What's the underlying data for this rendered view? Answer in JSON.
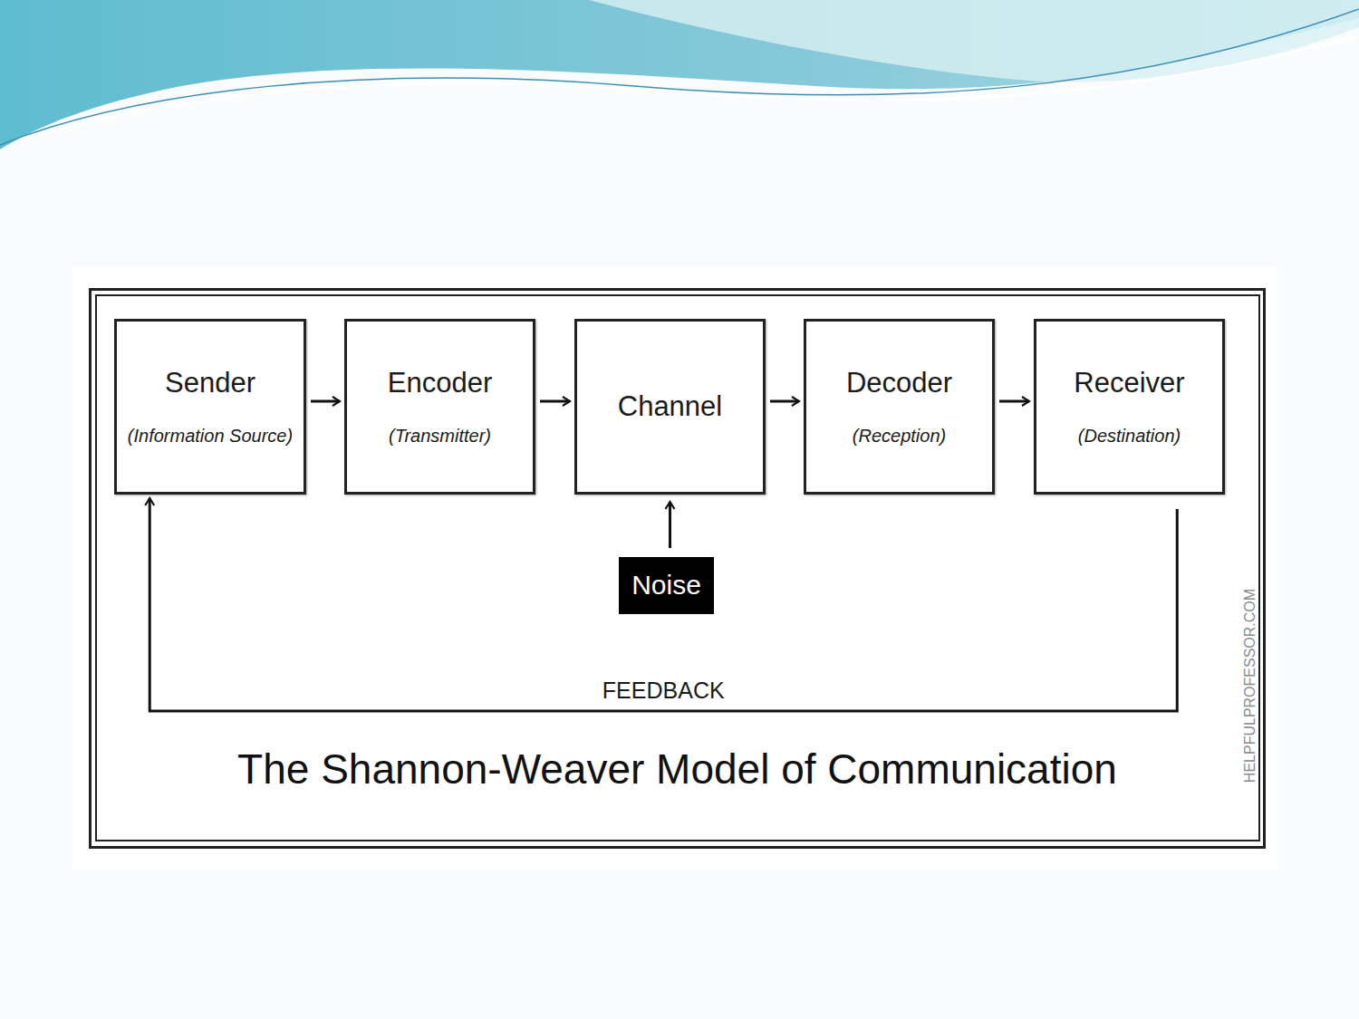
{
  "diagram": {
    "caption": "The Shannon-Weaver Model of Communication",
    "nodes": [
      {
        "text": [
          "Sender",
          "(Information Source)"
        ]
      },
      {
        "text": [
          "Encoder",
          "(Transmitter)"
        ]
      },
      {
        "text": [
          "Channel"
        ]
      },
      {
        "text": [
          "Decoder",
          "(Reception)"
        ]
      },
      {
        "text": [
          "Receiver",
          "(Destination)"
        ]
      },
      {
        "text": [
          "Noise"
        ]
      }
    ],
    "edges": [
      {
        "from": 0,
        "to": 1,
        "arrow": "to"
      },
      {
        "from": 1,
        "to": 2,
        "arrow": "to"
      },
      {
        "from": 2,
        "to": 3,
        "arrow": "to"
      },
      {
        "from": 3,
        "to": 4,
        "arrow": "to"
      },
      {
        "from": 5,
        "to": 2,
        "arrow": "to"
      },
      {
        "from": 4,
        "to": 0,
        "label": "FEEDBACK",
        "arrow": "to"
      }
    ],
    "labels": [
      "HELPFULPROFESSOR.COM"
    ]
  }
}
